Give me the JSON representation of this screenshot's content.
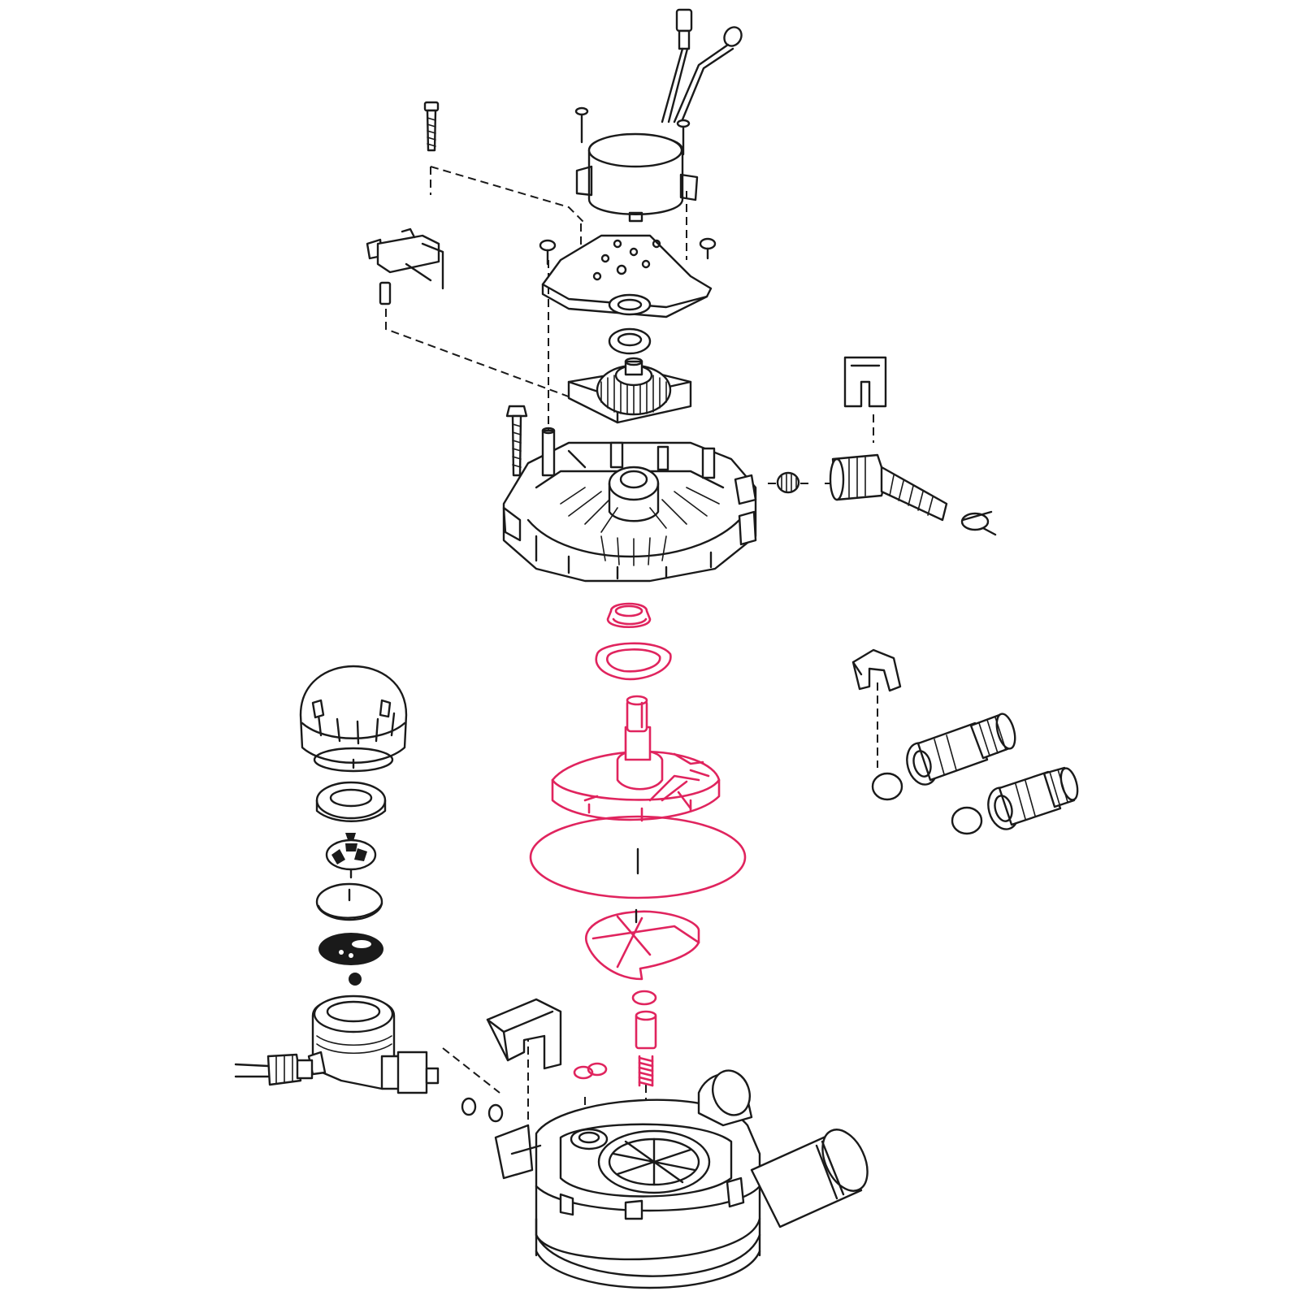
{
  "colors": {
    "line": "#1a1a1a",
    "highlight": "#e0245e",
    "background": "#ffffff"
  },
  "parts": {
    "top_assembly": [
      "motor",
      "motor-screws",
      "cam-switch",
      "motor-plate",
      "drive-gear",
      "valve-cover"
    ],
    "highlighted_kit": [
      "piston-seal",
      "cover-gasket",
      "piston-disc",
      "disc-o-ring",
      "rotor-seal",
      "small-o-ring",
      "spring-retainer",
      "spring"
    ],
    "side_assemblies": [
      "injector-cap",
      "injector-screen",
      "injector-body",
      "bypass-clip",
      "connector-tubes",
      "valve-body"
    ]
  }
}
